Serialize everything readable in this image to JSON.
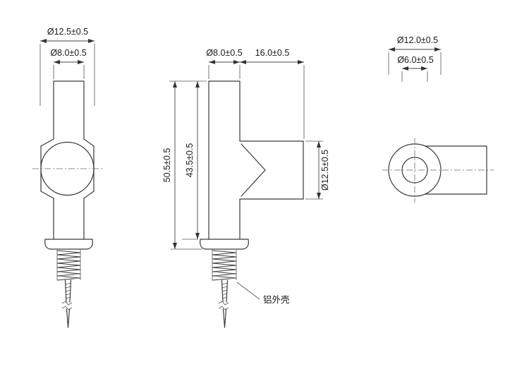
{
  "page": {
    "background": "#ffffff"
  },
  "views": {
    "left": {
      "dim_outer_dia": "Ø12.5±0.5",
      "dim_tube_dia": "Ø8.0±0.5"
    },
    "front": {
      "dim_tube_dia": "Ø8.0±0.5",
      "dim_branch_length": "16.0±0.5",
      "dim_overall_height": "50.5±0.5",
      "dim_body_height": "43.5±0.5",
      "dim_branch_dia": "Ø12.5±0.5",
      "callout_material": "铝外壳"
    },
    "right": {
      "dim_outer_dia": "Ø12.0±0.5",
      "dim_bore_dia": "Ø6.0±0.5"
    }
  }
}
